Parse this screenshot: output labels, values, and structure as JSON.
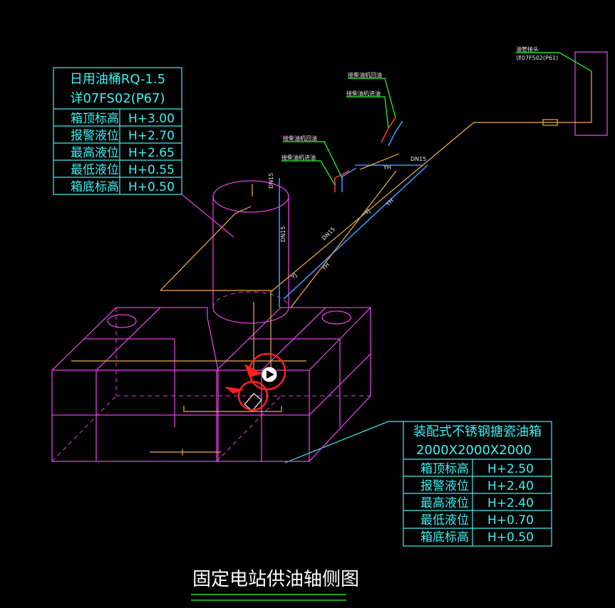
{
  "drawing_title": "固定电站供油轴侧图",
  "daily_tank_table": {
    "title_line1": "日用油桶RQ-1.5",
    "title_line2": "详07FS02(P67)",
    "rows": [
      {
        "label": "箱顶标高",
        "value": "H+3.00"
      },
      {
        "label": "报警液位",
        "value": "H+2.70"
      },
      {
        "label": "最高液位",
        "value": "H+2.65"
      },
      {
        "label": "最低液位",
        "value": "H+0.55"
      },
      {
        "label": "箱底标高",
        "value": "H+0.50"
      }
    ]
  },
  "storage_tank_table": {
    "title_line1": "装配式不锈钢搪瓷油箱",
    "title_line2": "2000X2000X2000",
    "rows": [
      {
        "label": "箱顶标高",
        "value": "H+2.50"
      },
      {
        "label": "报警液位",
        "value": "H+2.40"
      },
      {
        "label": "最高液位",
        "value": "H+2.40"
      },
      {
        "label": "最低液位",
        "value": "H+0.70"
      },
      {
        "label": "箱底标高",
        "value": "H+0.50"
      }
    ]
  },
  "callouts": {
    "oil_connector": "油管接头",
    "oil_connector_ref": "详07FS02(P61)",
    "genset_return_1": "接柴油机回油",
    "genset_supply_1": "接柴油机进油",
    "genset_return_2": "接柴油机回油",
    "genset_supply_2": "接柴油机进油"
  },
  "pipe_labels": {
    "dn_label": "DN15",
    "yj": "YJ",
    "yh": "YH"
  },
  "colors": {
    "table_cyan": "#3ff0f0",
    "tank_magenta": "#e040e0",
    "pipe_gold": "#f0b050",
    "pipe_blue": "#4090ff",
    "pipe_red": "#ff3030",
    "leader_green": "#30ff30",
    "highlight_red": "#ff2020"
  }
}
